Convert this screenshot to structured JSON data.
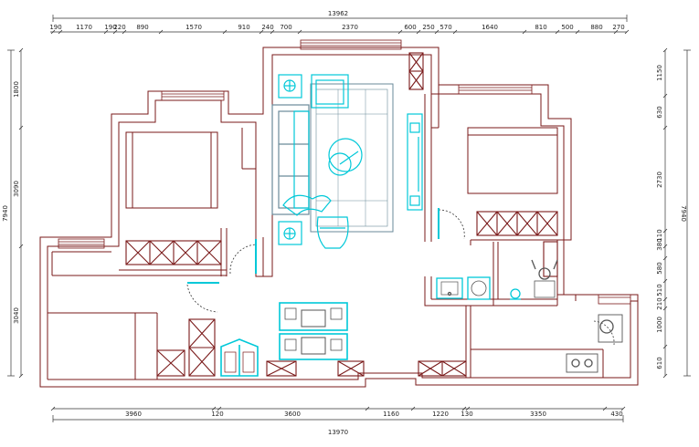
{
  "colors": {
    "wall": "#7a1a1a",
    "furniture": "#00c8d8",
    "dimension": "#333333",
    "background": "#ffffff"
  },
  "dimensions": {
    "top_total": "13962",
    "top_segments": [
      "190",
      "1170",
      "190",
      "220",
      "890",
      "1570",
      "910",
      "240",
      "700",
      "2370",
      "600",
      "250",
      "570",
      "1640",
      "810",
      "500",
      "880",
      "270"
    ],
    "bottom_total": "13970",
    "bottom_segments": [
      "3960",
      "120",
      "3600",
      "1160",
      "1220",
      "130",
      "3350",
      "430"
    ],
    "left_total": "7940",
    "left_segments": [
      "1800",
      "3090",
      "3040"
    ],
    "right_total": "7940",
    "right_segments": [
      "1150",
      "630",
      "2730",
      "380",
      "110",
      "580",
      "510",
      "210",
      "1000",
      "610"
    ]
  }
}
